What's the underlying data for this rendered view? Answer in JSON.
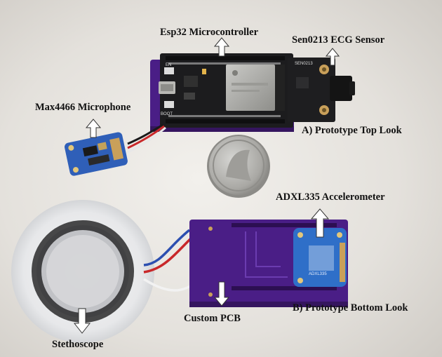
{
  "labels": {
    "esp32": "Esp32 Microcontroller",
    "ecg": "Sen0213 ECG Sensor",
    "microphone": "Max4466 Microphone",
    "top_look": "A) Prototype Top Look",
    "accelerometer": "ADXL335 Accelerometer",
    "bottom_look": "B) Prototype Bottom Look",
    "pcb": "Custom PCB",
    "stethoscope": "Stethoscope"
  },
  "board_text": {
    "boot": "BOOT",
    "en": "EN",
    "accel_chip": "ADXL335",
    "ecg_chip": "SEN0213"
  },
  "colors": {
    "background": "#e2ded8",
    "pcb_purple": "#4a1e86",
    "esp_black": "#1c1c1e",
    "mic_blue": "#2f5fb8",
    "accel_blue": "#2f6fc8",
    "gold": "#c9a05a"
  }
}
